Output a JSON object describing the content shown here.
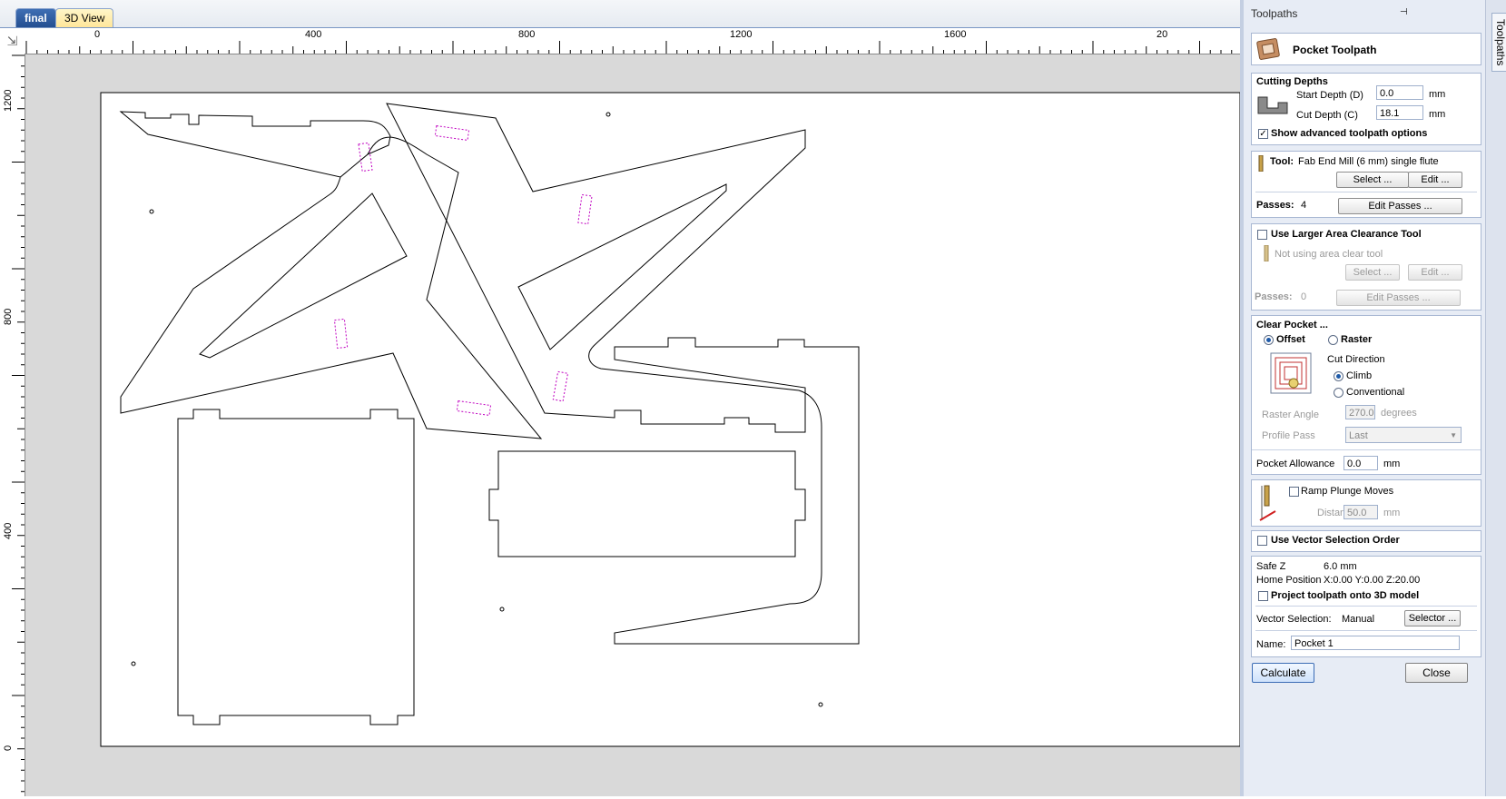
{
  "tabs": [
    {
      "label": "final"
    },
    {
      "label": "3D View"
    }
  ],
  "rulers": {
    "corner_glyph": "⇲",
    "horizontal": [
      "0",
      "400",
      "800",
      "1200",
      "1600",
      "20"
    ],
    "vertical": [
      "1200",
      "800",
      "400",
      "0"
    ]
  },
  "panel": {
    "title": "Toolpaths",
    "pin_glyph": "⊣",
    "side_tab": "Toolpaths",
    "header": {
      "title": "Pocket Toolpath"
    },
    "cutting_depths": {
      "title": "Cutting Depths",
      "start_label": "Start Depth (D)",
      "start_value": "0.0",
      "start_unit": "mm",
      "cut_label": "Cut Depth (C)",
      "cut_value": "18.1",
      "cut_unit": "mm",
      "advanced_label": "Show advanced toolpath options",
      "advanced_checked": "✓"
    },
    "tool": {
      "label": "Tool:",
      "name": "Fab End Mill (6 mm) single flute",
      "select_btn": "Select ...",
      "edit_btn": "Edit ...",
      "passes_label": "Passes:",
      "passes_value": "4",
      "edit_passes_btn": "Edit Passes ..."
    },
    "clearance": {
      "title": "Use Larger Area Clearance Tool",
      "status": "Not using area clear tool",
      "select_btn": "Select ...",
      "edit_btn": "Edit ...",
      "passes_label": "Passes:",
      "passes_value": "0",
      "edit_passes_btn": "Edit Passes ..."
    },
    "clear_pocket": {
      "title": "Clear Pocket ...",
      "offset": "Offset",
      "raster": "Raster",
      "cut_direction": "Cut Direction",
      "climb": "Climb",
      "conventional": "Conventional",
      "raster_angle_label": "Raster Angle",
      "raster_angle_value": "270.0",
      "raster_angle_unit": "degrees",
      "profile_pass_label": "Profile Pass",
      "profile_pass_value": "Last"
    },
    "allowance": {
      "label": "Pocket Allowance",
      "value": "0.0",
      "unit": "mm"
    },
    "ramp": {
      "label": "Ramp Plunge Moves",
      "distance_label": "Distance",
      "distance_value": "50.0",
      "distance_unit": "mm"
    },
    "vector_order": {
      "label": "Use Vector Selection Order"
    },
    "info": {
      "safe_z_label": "Safe Z",
      "safe_z_value": "6.0 mm",
      "home_label": "Home Position",
      "home_value": "X:0.00 Y:0.00 Z:20.00",
      "project_label": "Project toolpath onto 3D model",
      "vector_sel_label": "Vector Selection:",
      "vector_sel_value": "Manual",
      "selector_btn": "Selector ...",
      "name_label": "Name:",
      "name_value": "Pocket 1"
    },
    "calculate_btn": "Calculate",
    "close_btn": "Close"
  }
}
